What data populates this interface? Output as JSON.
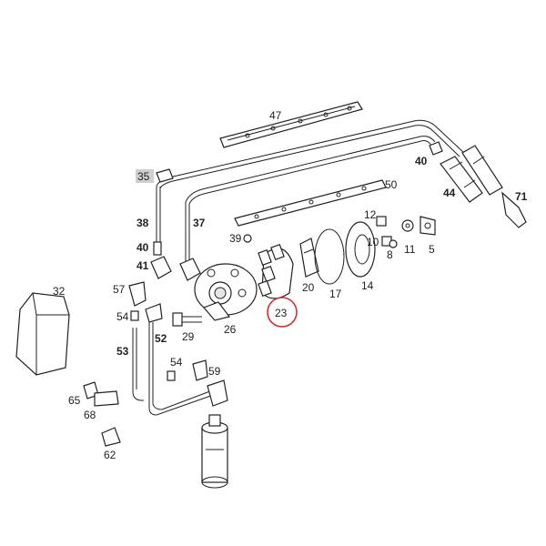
{
  "colors": {
    "line": "#222222",
    "highlight_circle": "#d0302b",
    "highlight_box": "#cfcfcf"
  },
  "selected_part": "23",
  "highlighted_part": "35",
  "labels": {
    "p47": "47",
    "p35": "35",
    "p40a": "40",
    "p44": "44",
    "p71": "71",
    "p50": "50",
    "p38": "38",
    "p37": "37",
    "p40b": "40",
    "p41": "41",
    "p39": "39",
    "p12": "12",
    "p10": "10",
    "p11": "11",
    "p5": "5",
    "p8": "8",
    "p20": "20",
    "p17": "17",
    "p14": "14",
    "p32": "32",
    "p57": "57",
    "p54a": "54",
    "p52": "52",
    "p53": "53",
    "p29": "29",
    "p26": "26",
    "p23": "23",
    "p54b": "54",
    "p59": "59",
    "p65": "65",
    "p68": "68",
    "p62": "62"
  }
}
